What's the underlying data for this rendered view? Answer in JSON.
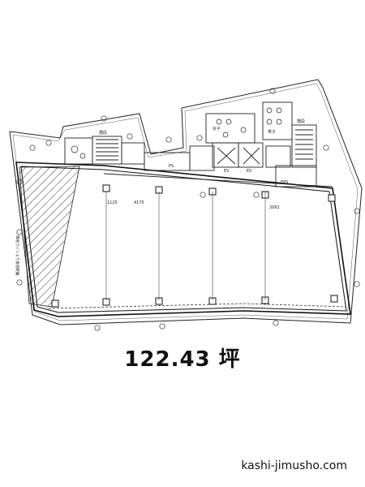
{
  "floor_area": {
    "value": "122.43",
    "unit": "坪",
    "display": "122.43 坪"
  },
  "site": {
    "domain": "kashi-jimusho.com"
  },
  "plan": {
    "dimension_labels": [
      "1125",
      "4175",
      "2062"
    ],
    "room_labels": [
      "女子",
      "男子",
      "EV",
      "EV",
      "階段",
      "階段",
      "PS",
      "EPS"
    ],
    "side_note": "隣地ラインより後退距離"
  }
}
